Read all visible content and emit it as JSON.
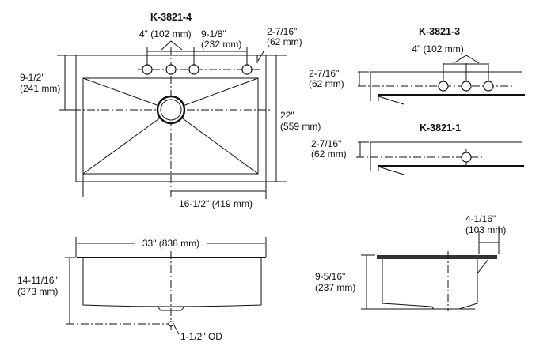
{
  "top_view": {
    "title": "K-3821-4",
    "hole_spacing": "4\" (102 mm)",
    "hole_span_in": "9-1/8\"",
    "hole_span_mm": "(232 mm)",
    "hole_offset_in": "2-7/16\"",
    "hole_offset_mm": "(62 mm)",
    "drain_offset_in": "9-1/2\"",
    "drain_offset_mm": "(241 mm)",
    "depth_in": "22\"",
    "depth_mm": "(559 mm)",
    "half_width": "16-1/2\" (419 mm)"
  },
  "k3": {
    "title": "K-3821-3",
    "hole_spacing": "4\" (102 mm)",
    "offset_in": "2-7/16\"",
    "offset_mm": "(62 mm)"
  },
  "k1": {
    "title": "K-3821-1",
    "offset_in": "2-7/16\"",
    "offset_mm": "(62 mm)"
  },
  "front_view": {
    "width": "33\" (838 mm)",
    "height_in": "14-11/16\"",
    "height_mm": "(373 mm)",
    "drain_od": "1-1/2\" OD"
  },
  "side_view": {
    "ledge_in": "4-1/16\"",
    "ledge_mm": "(103 mm)",
    "height_in": "9-5/16\"",
    "height_mm": "(237 mm)"
  }
}
